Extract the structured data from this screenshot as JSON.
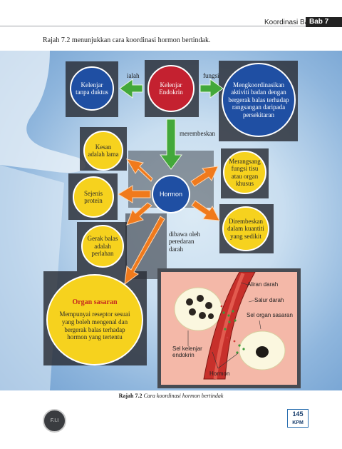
{
  "header": {
    "title": "Koordinasi Badan",
    "chapter": "Bab 7"
  },
  "intro": "Rajah 7.2 menunjukkan cara koordinasi hormon bertindak.",
  "diagram": {
    "center_top": "Kelenjar Endokrin",
    "left_top": "Kelenjar tanpa duktus",
    "right_top": "Mengkoordinasikan aktiviti badan dengan bergerak balas terhadap rangsangan daripada persekitaran",
    "label_ialah": "ialah",
    "label_fungsi": "fungsi",
    "label_merembeskan": "merembeskan",
    "hormon": "Hormon",
    "kesan": "Kesan adalah lama",
    "protein": "Sejenis protein",
    "gerak": "Gerak balas adalah perlahan",
    "merangsang": "Merangsang fungsi tisu atau organ khusus",
    "dirembeskan": "Dirembeskan dalam kuantiti yang sedikit",
    "dibawa": "dibawa oleh peredaran darah",
    "organ_title": "Organ sasaran",
    "organ_desc": "Mempunyai reseptor sesuai yang boleh mengenal dan bergerak balas terhadap hormon yang tertentu",
    "inset": {
      "aliran": "Aliran darah",
      "salur": "Salur darah",
      "sel_organ": "Sel organ sasaran",
      "sel_kelenjar": "Sel kelenjar endokrin",
      "hormon": "Hormon"
    }
  },
  "caption": {
    "label": "Rajah 7.2",
    "text": "Cara koordinasi hormon bertindak"
  },
  "footer": {
    "page": "145",
    "publisher": "KPM",
    "logo": "F.I.I"
  }
}
